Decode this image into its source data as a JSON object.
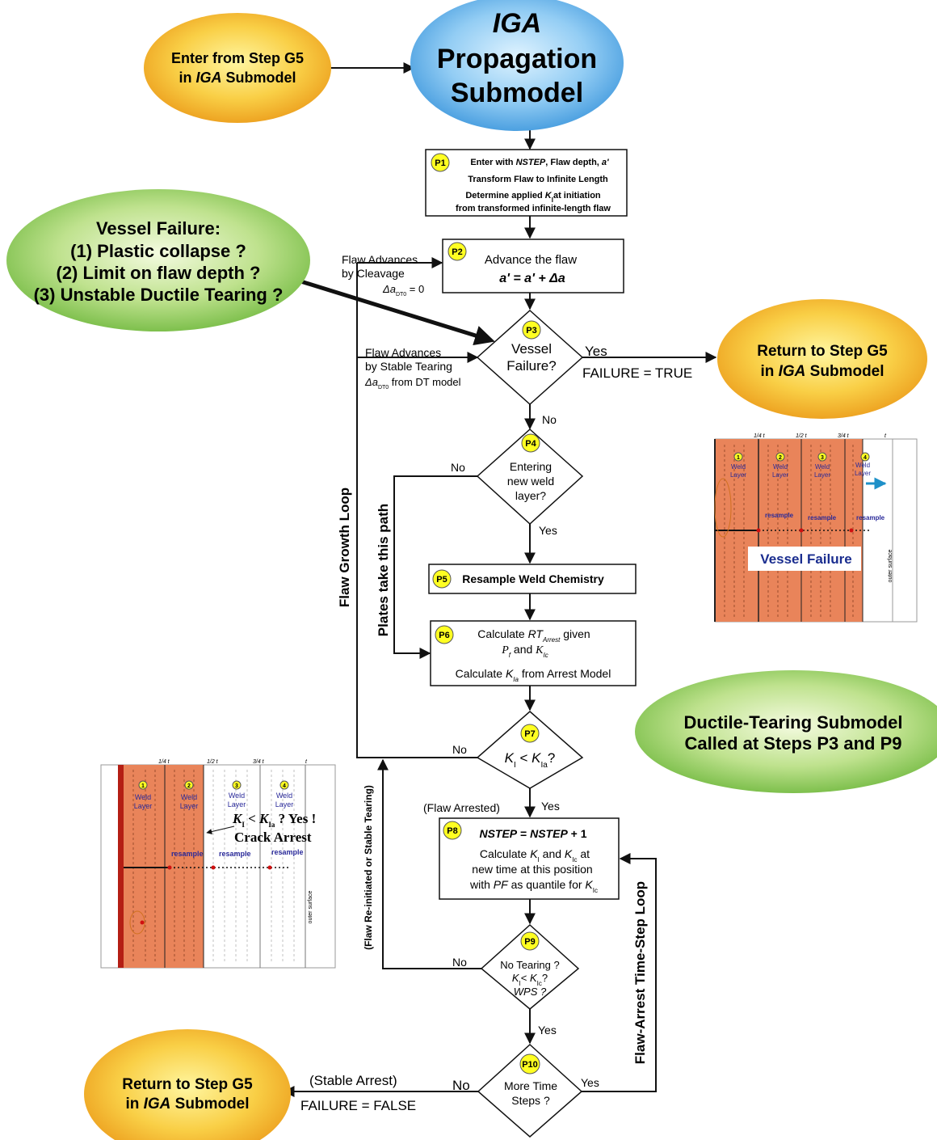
{
  "colors": {
    "orange_oval": "#f4a51c",
    "blue_oval": "#52a9e6",
    "green_oval": "#7fc24a",
    "weld_fill": "#e9845a",
    "badge": "#ffff22"
  },
  "ovals": {
    "enter": {
      "l1": "Enter from Step G5",
      "l2a": "in ",
      "l2b": "IGA",
      "l2c": " Submodel"
    },
    "iga": {
      "l1": "IGA",
      "l2": "Propagation",
      "l3": "Submodel"
    },
    "vessel_failure": {
      "title": "Vessel Failure:",
      "i1": "(1) Plastic collapse ?",
      "i2": "(2) Limit on flaw depth ?",
      "i3": "(3) Unstable Ductile Tearing ?"
    },
    "return_true": {
      "l1": "Return to Step G5",
      "l2a": "in ",
      "l2b": "IGA",
      "l2c": " Submodel"
    },
    "ductile": {
      "l1": "Ductile-Tearing Submodel",
      "l2": "Called at Steps P3 and P9"
    },
    "return_false": {
      "l1": "Return to Step G5",
      "l2a": "in ",
      "l2b": "IGA",
      "l2c": " Submodel"
    }
  },
  "steps": {
    "p1": {
      "badge": "P1",
      "l1a": "Enter with ",
      "l1b": "NSTEP",
      "l1c": ", Flaw depth, ",
      "l1d": "a'",
      "l2": "Transform Flaw to Infinite Length",
      "l3a": "Determine applied ",
      "l3b": "K",
      "l3c": "I",
      "l3d": "at initiation",
      "l4": "from transformed infinite-length flaw"
    },
    "p2": {
      "badge": "P2",
      "l1": "Advance the flaw",
      "l2": "a' = a' + Δa"
    },
    "p3": {
      "badge": "P3",
      "l1": "Vessel",
      "l2": "Failure?"
    },
    "p4": {
      "badge": "P4",
      "l1": "Entering",
      "l2": "new weld",
      "l3": "layer?"
    },
    "p5": {
      "badge": "P5",
      "l1": "Resample Weld Chemistry"
    },
    "p6": {
      "badge": "P6",
      "l1a": "Calculate ",
      "l1b": "RT",
      "l1c": "Arrest",
      "l1d": " given",
      "l2a": "P",
      "l2b": "f",
      "l2c": " and ",
      "l2d": "K",
      "l2e": "Ic",
      "l3a": "Calculate ",
      "l3b": "K",
      "l3c": "Ia",
      "l3d": " from Arrest Model"
    },
    "p7": {
      "badge": "P7",
      "l1a": "K",
      "l1b": "I",
      "l1c": " < ",
      "l1d": "K",
      "l1e": "Ia",
      "l1f": "?"
    },
    "p8": {
      "badge": "P8",
      "l1a": "NSTEP",
      "l1b": " = ",
      "l1c": "NSTEP",
      "l1d": " + 1",
      "l2a": "Calculate ",
      "l2b": "K",
      "l2c": "I",
      "l2d": " and ",
      "l2e": "K",
      "l2f": "Ic",
      "l2g": " at",
      "l3": "new time at this position",
      "l4a": "with ",
      "l4b": "PF",
      "l4c": " as quantile for ",
      "l4d": "K",
      "l4e": "Ic"
    },
    "p9": {
      "badge": "P9",
      "l1": "No Tearing ?",
      "l2a": "K",
      "l2b": "I",
      "l2c": "< ",
      "l2d": "K",
      "l2e": "Ic",
      "l2f": "?",
      "l3": "WPS ?"
    },
    "p10": {
      "badge": "P10",
      "l1": "More Time",
      "l2": "Steps ?"
    }
  },
  "labels": {
    "flaw_cleavage_1": "Flaw Advances",
    "flaw_cleavage_2": "by Cleavage",
    "delta_dt0_a": "Δa",
    "delta_dt0_sub": "DT0",
    "delta_dt0_b": " = 0",
    "flaw_tearing_1": "Flaw Advances",
    "flaw_tearing_2": "by Stable Tearing",
    "delta_dt_a": "Δa",
    "delta_dt_sub": "DT0",
    "delta_dt_b": " from DT model",
    "yes_p3": "Yes",
    "failure_true": "FAILURE = TRUE",
    "no_p3": "No",
    "no_p4": "No",
    "yes_p4": "Yes",
    "plates_path": "Plates take this path",
    "flaw_growth_loop": "Flaw Growth Loop",
    "no_p7": "No",
    "flaw_arrested": "(Flaw Arrested)",
    "yes_p7": "Yes",
    "reinitiated": "(Flaw Re-initiated or Stable Tearing)",
    "no_p9": "No",
    "yes_p9": "Yes",
    "time_step_loop": "Flaw-Arrest Time-Step Loop",
    "stable_arrest": "(Stable Arrest)",
    "no_p10": "No",
    "failure_false": "FAILURE = FALSE",
    "yes_p10": "Yes"
  },
  "inset_vessel": {
    "ticks": [
      "1/4 t",
      "1/2 t",
      "3/4 t",
      "t"
    ],
    "badges": [
      "1",
      "2",
      "3",
      "4"
    ],
    "layer_word1": "Weld",
    "layer_word2": "Layer",
    "resample": "resample",
    "caption": "Vessel Failure",
    "outer": "outer surface"
  },
  "inset_arrest": {
    "ticks": [
      "1/4 t",
      "1/2 t",
      "3/4 t",
      "t"
    ],
    "badges": [
      "1",
      "2",
      "3",
      "4"
    ],
    "layer_word1": "Weld",
    "layer_word2": "Layer",
    "resample": "resample",
    "kia_a": "K",
    "kia_b": "I",
    "kia_c": " < ",
    "kia_d": "K",
    "kia_e": "Ia",
    "kia_f": " ? Yes !",
    "crack_arrest": "Crack Arrest",
    "outer": "outer surface"
  }
}
